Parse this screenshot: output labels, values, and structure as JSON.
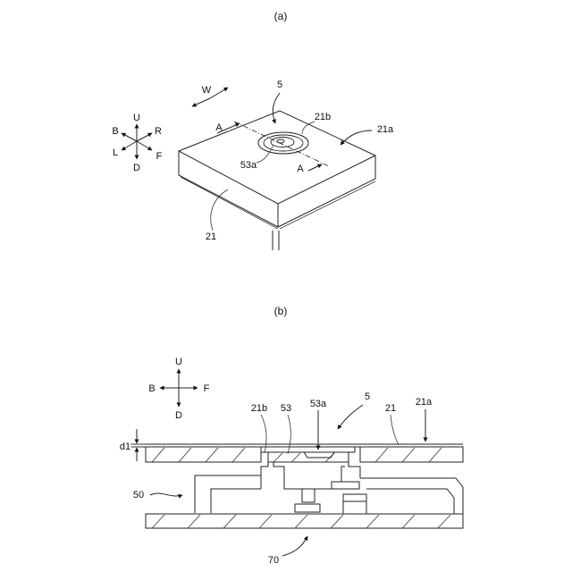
{
  "figure_a": {
    "caption": "(a)",
    "labels": {
      "w": "W",
      "five": "5",
      "r21b": "21b",
      "r21a": "21a",
      "a1": "A",
      "a2": "A",
      "r53a": "53a",
      "r21": "21",
      "u": "U",
      "d": "D",
      "b": "B",
      "r": "R",
      "l": "L",
      "f": "F"
    }
  },
  "figure_b": {
    "caption": "(b)",
    "labels": {
      "u": "U",
      "d": "D",
      "b": "B",
      "f": "F",
      "d1": "d1",
      "r21b": "21b",
      "r53": "53",
      "r53a": "53a",
      "five": "5",
      "r21": "21",
      "r21a": "21a",
      "r50": "50",
      "r70": "70"
    }
  }
}
